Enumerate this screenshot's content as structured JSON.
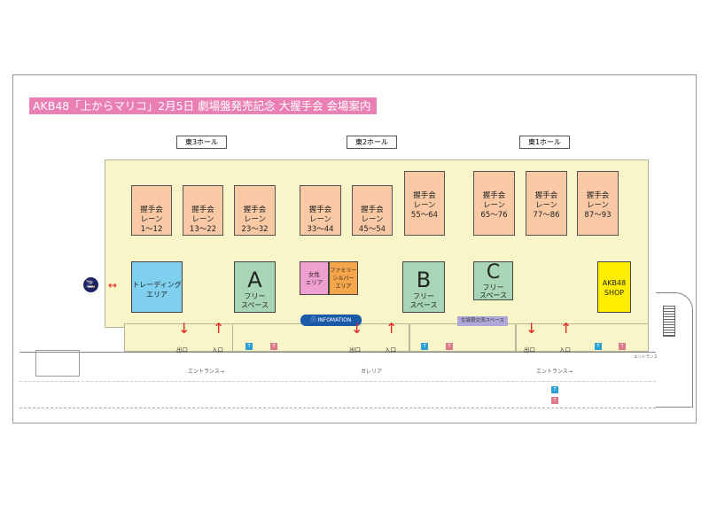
{
  "title": "AKB48「上からマリコ」2月5日 劇場盤発売記念 大握手会 会場案内",
  "halls": [
    "東3ホール",
    "東2ホール",
    "東1ホール"
  ],
  "lanes": [
    {
      "l1": "握手会",
      "l2": "レーン",
      "l3": "1〜12"
    },
    {
      "l1": "握手会",
      "l2": "レーン",
      "l3": "13〜22"
    },
    {
      "l1": "握手会",
      "l2": "レーン",
      "l3": "23〜32"
    },
    {
      "l1": "握手会",
      "l2": "レーン",
      "l3": "33〜44"
    },
    {
      "l1": "握手会",
      "l2": "レーン",
      "l3": "45〜54"
    },
    {
      "l1": "握手会",
      "l2": "レーン",
      "l3": "55〜64"
    },
    {
      "l1": "握手会",
      "l2": "レーン",
      "l3": "65〜76"
    },
    {
      "l1": "握手会",
      "l2": "レーン",
      "l3": "77〜86"
    },
    {
      "l1": "握手会",
      "l2": "レーン",
      "l3": "87〜93"
    }
  ],
  "areas": {
    "trading": {
      "l1": "トレーディング",
      "l2": "エリア"
    },
    "a": {
      "letter": "A",
      "l1": "フリー",
      "l2": "スペース"
    },
    "b": {
      "letter": "B",
      "l1": "フリー",
      "l2": "スペース"
    },
    "c": {
      "letter": "C",
      "l1": "フリー",
      "l2": "スペース"
    },
    "women": {
      "l1": "女性",
      "l2": "エリア"
    },
    "family": {
      "l1": "ファミリー",
      "l2": "シルバー",
      "l3": "エリア"
    },
    "shop": {
      "l1": "AKB48",
      "l2": "SHOP"
    },
    "info": "ⓘ INFOMATION",
    "birthday": "生誕祭交流スペース"
  },
  "exit": "出口",
  "entry": "入口",
  "wc": "T",
  "corridor": {
    "entrance1": "エントランス→",
    "galleria": "ガレリア",
    "entrance2": "エントランス→",
    "entrance3": "エントランス"
  },
  "colors": {
    "title": "#e97fb3",
    "lane": "#f9c9a6",
    "free": "#a8d5b5",
    "trading": "#7fd0ef",
    "shop": "#ffee00",
    "info": "#1a5aa8",
    "arrow": "#e32020"
  }
}
